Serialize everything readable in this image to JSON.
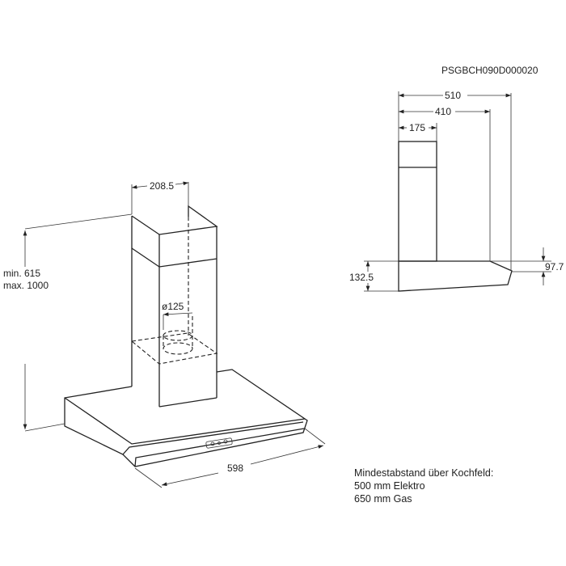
{
  "code": "PSGBCH090D000020",
  "front_view": {
    "chimney_width": "208.5",
    "duct_diameter": "ø125",
    "height_min": "min. 615",
    "height_max": "max. 1000",
    "hood_width": "598"
  },
  "side_view": {
    "total_depth": "510",
    "hood_depth": "410",
    "chimney_depth": "175",
    "hood_height_back": "132.5",
    "hood_height_front": "97.7"
  },
  "note": {
    "title": "Mindestabstand über Kochfeld:",
    "electric": "500 mm Elektro",
    "gas": "650 mm Gas"
  }
}
